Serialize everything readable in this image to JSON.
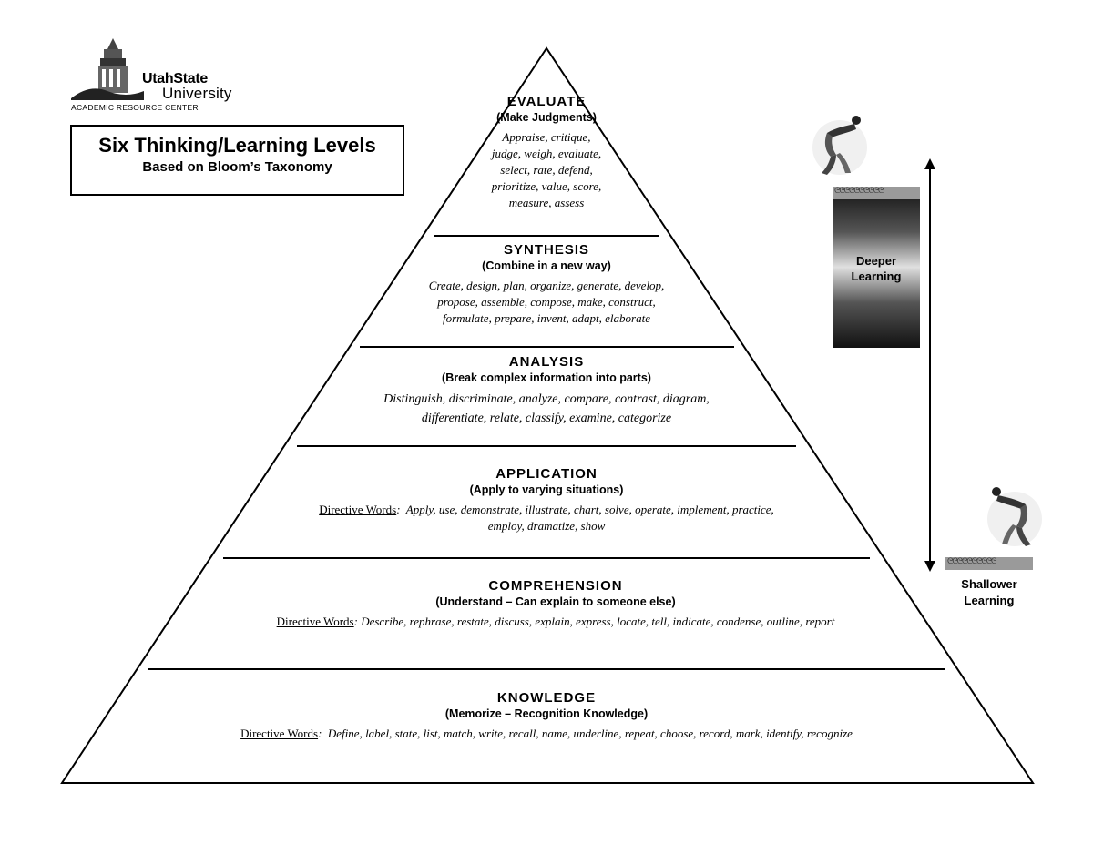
{
  "logo": {
    "name": "UtahState",
    "sub": "University",
    "center": "ACADEMIC RESOURCE CENTER"
  },
  "title": {
    "main": "Six Thinking/Learning Levels",
    "sub": "Based on Bloom’s Taxonomy"
  },
  "levels": [
    {
      "name": "EVALUATE",
      "desc": "(Make Judgments)",
      "directive": "",
      "words_lines": [
        "Appraise, critique,",
        "judge, weigh, evaluate,",
        "select, rate, defend,",
        "prioritize, value, score,",
        "measure, assess"
      ]
    },
    {
      "name": "SYNTHESIS",
      "desc": "(Combine in a new way)",
      "directive": "",
      "words_lines": [
        "Create, design, plan, organize, generate, develop,",
        "propose, assemble, compose, make, construct,",
        "formulate, prepare, invent, adapt, elaborate"
      ]
    },
    {
      "name": "ANALYSIS",
      "desc": "(Break complex information into parts)",
      "directive": "",
      "words_lines": [
        "Distinguish, discriminate, analyze, compare, contrast, diagram,",
        "differentiate, relate, classify, examine, categorize"
      ]
    },
    {
      "name": "APPLICATION",
      "desc": "(Apply to varying situations)",
      "directive": "Directive Words",
      "words_lines": [
        "Apply, use, demonstrate, illustrate, chart, solve, operate, implement, practice,",
        "employ, dramatize, show"
      ]
    },
    {
      "name": "COMPREHENSION",
      "desc": "(Understand – Can explain to someone else)",
      "directive": "Directive Words",
      "words_lines": [
        "Describe, rephrase, restate, discuss, explain, express, locate, tell, indicate, condense, outline, report"
      ]
    },
    {
      "name": "KNOWLEDGE",
      "desc": "(Memorize – Recognition Knowledge)",
      "directive": "Directive Words",
      "words_lines": [
        "Define, label, state, list, match, write, recall, name, underline, repeat, choose, record, mark, identify, recognize"
      ]
    }
  ],
  "scale": {
    "deeper_lines": [
      "Deeper",
      "Learning"
    ],
    "shallow_lines": [
      "Shallower",
      "Learning"
    ],
    "wave_glyphs": "ᘓᘓᘓᘓᘓᘓᘓᘓᘓᘓ"
  },
  "icons": {
    "logo": "building-logo-icon",
    "diver": "diver-icon",
    "arrow": "double-arrow-icon"
  }
}
